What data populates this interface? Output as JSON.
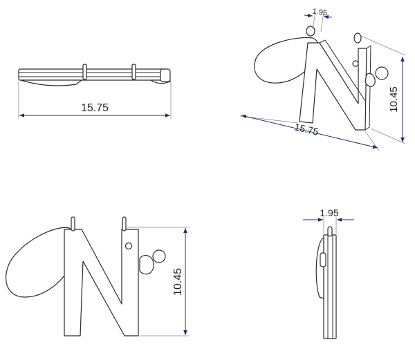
{
  "views": {
    "top": {
      "width_label": "15.75"
    },
    "isometric": {
      "thickness_label": "1.95",
      "width_label": "15.75",
      "height_label": "10.45"
    },
    "front": {
      "height_label": "10.45"
    },
    "side": {
      "thickness_label": "1.95"
    }
  },
  "colors": {
    "outline": "#2b2b2b",
    "dimension": "#1f2c6b",
    "background": "#ffffff"
  }
}
